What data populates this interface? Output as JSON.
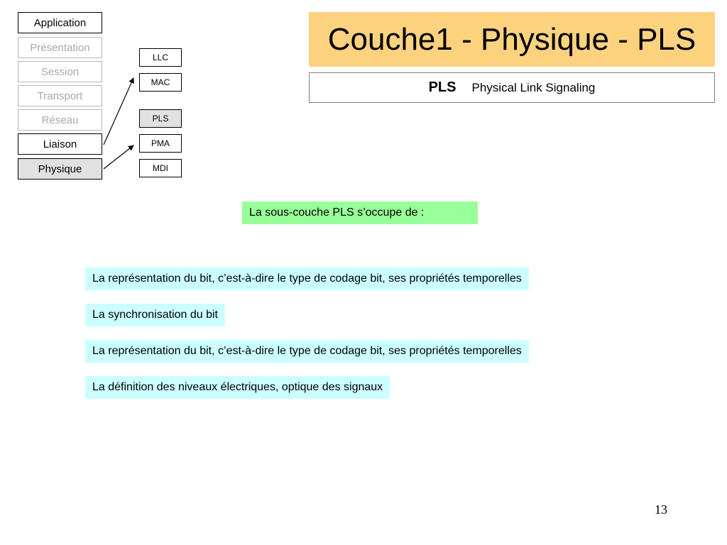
{
  "osi_stack": {
    "layers": [
      {
        "label": "Application",
        "state": "normal"
      },
      {
        "label": "Présentation",
        "state": "faded"
      },
      {
        "label": "Session",
        "state": "faded"
      },
      {
        "label": "Transport",
        "state": "faded"
      },
      {
        "label": "Réseau",
        "state": "faded"
      },
      {
        "label": "Liaison",
        "state": "normal"
      },
      {
        "label": "Physique",
        "state": "highlighted"
      }
    ]
  },
  "sublayers": {
    "liaison": [
      "LLC",
      "MAC"
    ],
    "physique": [
      "PLS",
      "PMA",
      "MDI"
    ],
    "highlighted": "PLS"
  },
  "title": "Couche1 - Physique - PLS",
  "pls_definition": {
    "abbr": "PLS",
    "full": "Physical  Link  Signaling"
  },
  "intro": "La sous-couche PLS s’occupe de :",
  "items": [
    "La représentation du bit, c’est-à-dire  le type de codage bit, ses propriétés temporelles",
    "La synchronisation du bit",
    "La représentation du bit, c’est-à-dire  le type de codage bit, ses propriétés temporelles",
    "La définition des niveaux électriques, optique des signaux"
  ],
  "page_number": "13",
  "colors": {
    "title_bg": "#fcd27f",
    "intro_bg": "#99ff99",
    "item_bg": "#ccffff",
    "highlight_bg": "#e1e1e1",
    "faded_text": "#a8a8a8"
  }
}
